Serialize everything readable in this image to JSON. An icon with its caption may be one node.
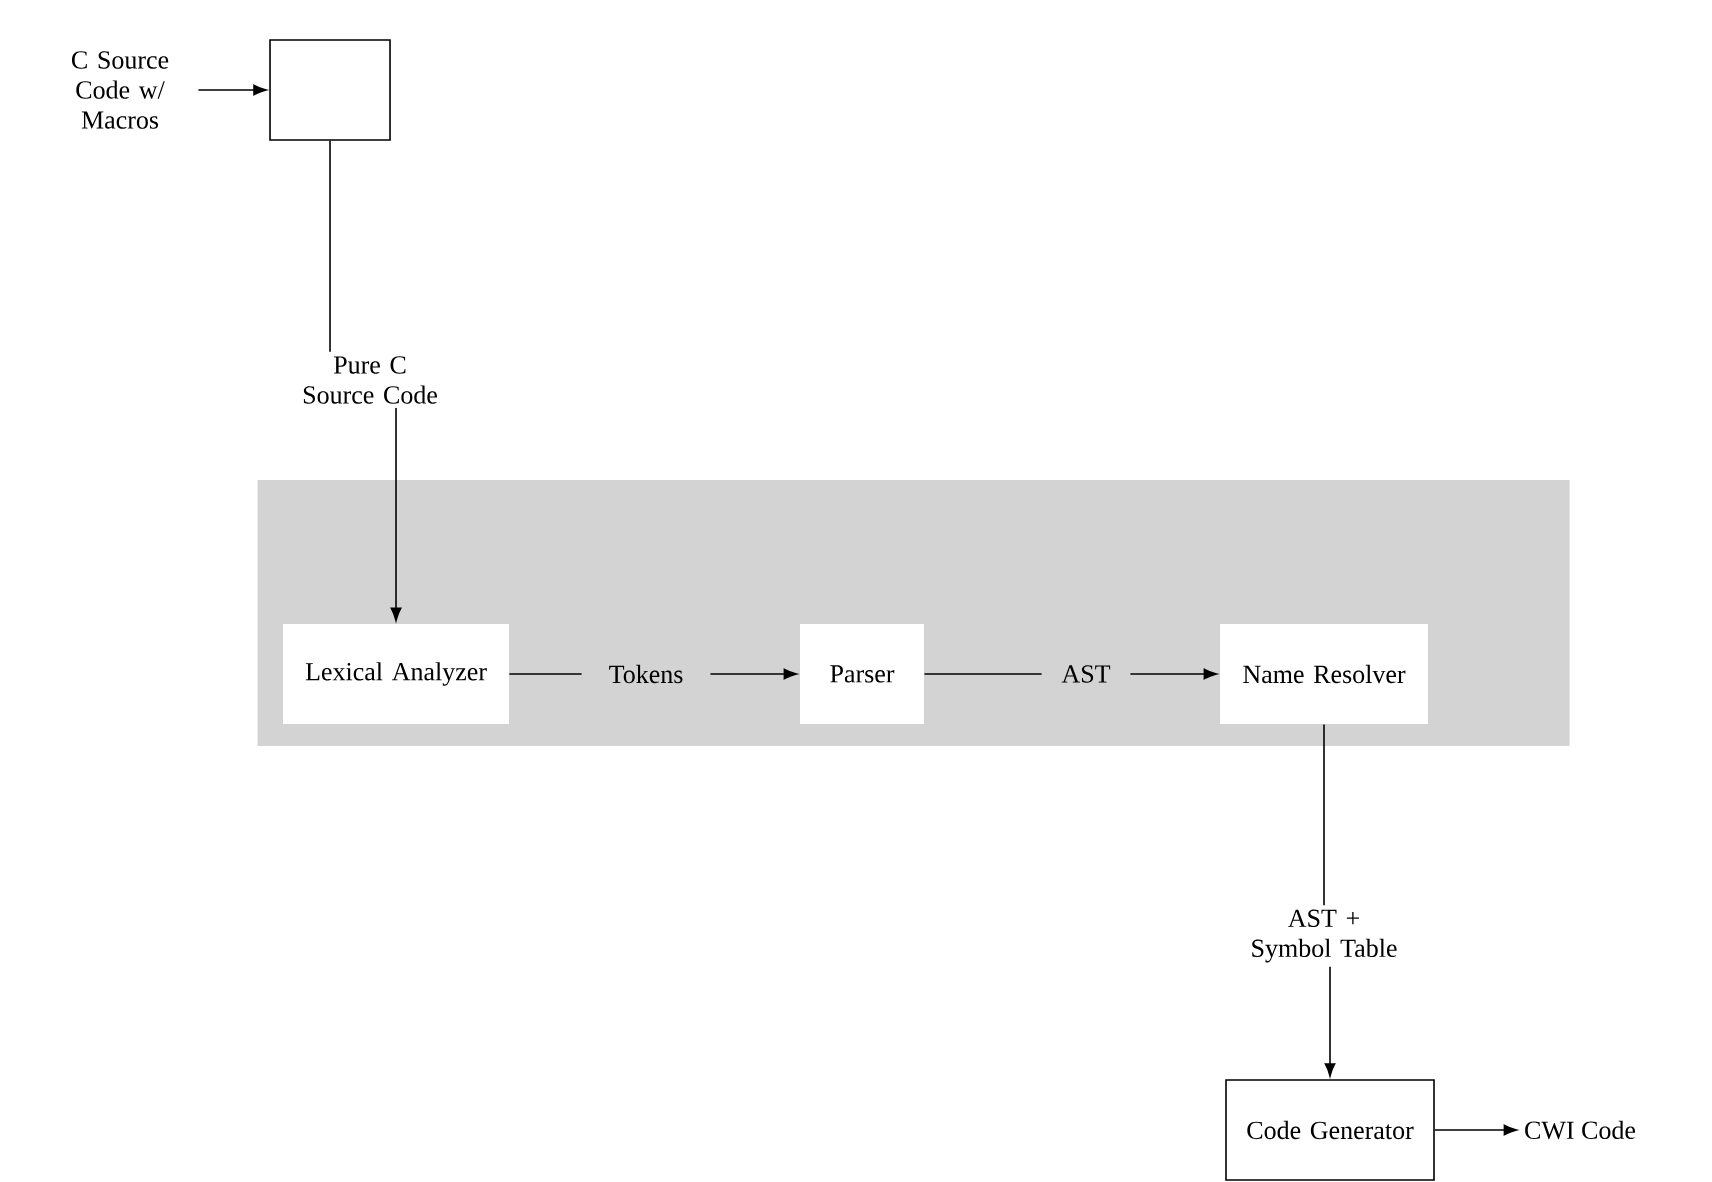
{
  "diagram": {
    "nodes": [
      {
        "text": [
          "C Source Code w/ Macros"
        ]
      },
      {
        "text": [],
        "shape": "box"
      },
      {
        "text": [
          "Pure C Source Code"
        ]
      },
      {
        "text": [],
        "shape": "box"
      },
      {
        "text": [
          "Lexical Analyzer"
        ],
        "in": 3
      },
      {
        "text": [
          "Tokens"
        ],
        "in": 3
      },
      {
        "text": [
          "Parser"
        ],
        "in": 3
      },
      {
        "text": [
          "AST"
        ],
        "in": 3
      },
      {
        "text": [
          "Name Resolver"
        ],
        "in": 3
      },
      {
        "text": [
          "AST + Symbol Table"
        ]
      },
      {
        "text": [
          "Code Generator"
        ]
      },
      {
        "text": [
          "CWI Code"
        ]
      }
    ],
    "edges": [
      {
        "from": 0,
        "to": 1,
        "arrow": "to"
      },
      {
        "from": 1,
        "to": 2,
        "arrow": "none"
      },
      {
        "from": 2,
        "to": 4,
        "arrow": "to"
      },
      {
        "from": 4,
        "to": 5,
        "arrow": "none"
      },
      {
        "from": 5,
        "to": 6,
        "arrow": "to"
      },
      {
        "from": 6,
        "to": 7,
        "arrow": "none"
      },
      {
        "from": 7,
        "to": 8,
        "arrow": "to"
      },
      {
        "from": 8,
        "to": 9,
        "arrow": "none"
      },
      {
        "from": 9,
        "to": 10,
        "arrow": "to"
      },
      {
        "from": 10,
        "to": 11,
        "arrow": "to"
      }
    ]
  }
}
